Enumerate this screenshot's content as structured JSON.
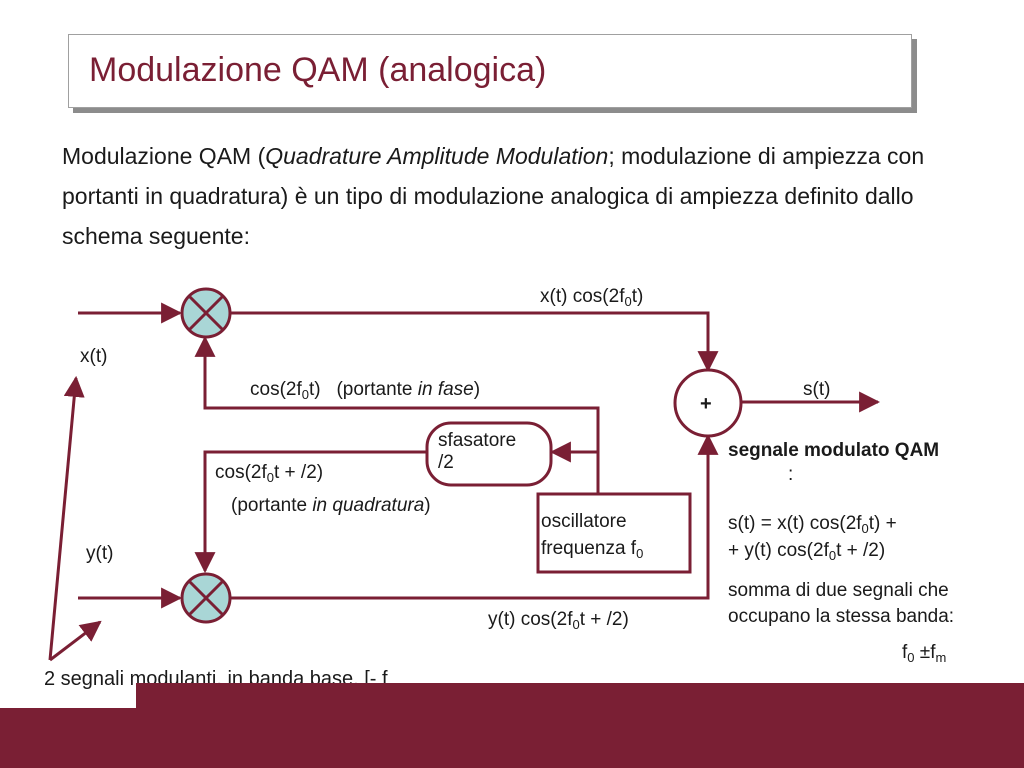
{
  "title": "Modulazione QAM (analogica)",
  "intro": {
    "pre": "Modulazione QAM (",
    "italic": "Quadrature Amplitude Modulation",
    "post": "; modulazione di ampiezza con portanti in quadratura) è un tipo di modulazione analogica di ampiezza definito dallo schema seguente:"
  },
  "diagram": {
    "top_output": {
      "a": "x(t) cos(2",
      "b": "f",
      "sub": "0",
      "c": "t)"
    },
    "x_input": "x(t)",
    "y_input": "y(t)",
    "carrier_in_phase": {
      "a": "cos(2",
      "b": "f",
      "sub": "0",
      "c": "t)",
      "d": "(portante ",
      "e": "in fase",
      "f": ")"
    },
    "s_output": "s(t)",
    "adder_symbol": "+",
    "phase_shifter": {
      "line1": "sfasatore",
      "line2": "/2"
    },
    "carrier_quadrature": {
      "a": "cos(2",
      "b": "f",
      "sub": "0",
      "c": "t + ",
      "d": "/2)",
      "e": "(portante ",
      "f": "in quadratura",
      "g": ")"
    },
    "oscillator": {
      "line1": "oscillatore",
      "line2": "frequenza f",
      "sub": "0"
    },
    "bottom_output": {
      "a": "y(t) cos(2",
      "b": "f",
      "sub": "0",
      "c": "t + ",
      "d": "/2)"
    },
    "modulating_note": "2 segnali modulanti, in banda base, [- f",
    "missing_glyph": ""
  },
  "right_panel": {
    "heading": "segnale modulato QAM",
    "heading_colon": " :",
    "formula_line1": {
      "a": "s(t) = x(t) cos(2",
      "b": "f",
      "sub": "0",
      "c": "t) +"
    },
    "formula_line2": {
      "a": "+ y(t) cos(2",
      "b": "f",
      "sub": "0",
      "c": "t + ",
      "d": "/2)"
    },
    "sum_text": "somma di due segnali che occupano la stessa banda:",
    "band": {
      "a": "f",
      "sub0": "0",
      "pm": " ±f",
      "subm": "m"
    }
  },
  "colors": {
    "accent": "#7a1f34",
    "multiplier_fill": "#a9d6d6",
    "text": "#1a1a1a"
  }
}
